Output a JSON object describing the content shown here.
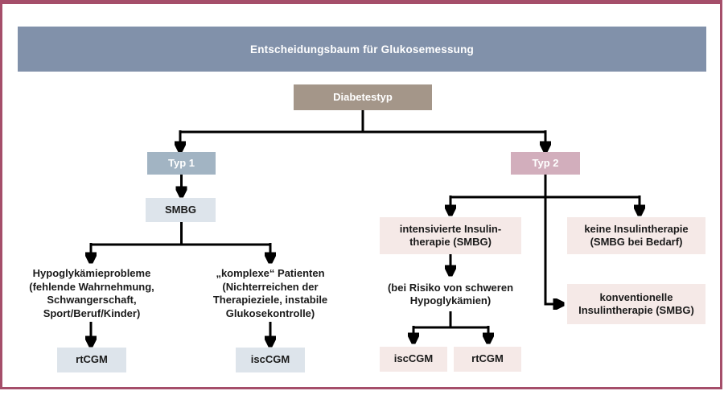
{
  "title": "Entscheidungsbaum für Glukosemessung",
  "colors": {
    "border": "#a54e6a",
    "header_bg": "#8191aa",
    "root_bg": "#a49689",
    "typ1_bg": "#a2b4c3",
    "typ2_bg": "#d2aebc",
    "blue_box_bg": "#dde4eb",
    "pink_box_bg": "#f5e9e7",
    "line": "#000000"
  },
  "nodes": {
    "root": "Diabetestyp",
    "typ1": "Typ 1",
    "typ2": "Typ 2",
    "smbg": "SMBG",
    "hypo": "Hypoglykämieprobleme\n(fehlende Wahrnehmung,\nSchwangerschaft,\nSport/Beruf/Kinder)",
    "komplexe": "„komplexe“ Patienten\n(Nichterreichen der\nTherapieziele, instabile\nGlukosekontrolle)",
    "rtcgm_typ1": "rtCGM",
    "isccgm_typ1": "iscCGM",
    "intensiviert": "intensivierte Insulin-\ntherapie (SMBG)",
    "keine": "keine Insulintherapie\n(SMBG bei Bedarf)",
    "risiko": "(bei Risiko von schweren\nHypoglykämien)",
    "konventionell": "konventionelle\nInsulintherapie (SMBG)",
    "isccgm_typ2": "iscCGM",
    "rtcgm_typ2": "rtCGM"
  }
}
